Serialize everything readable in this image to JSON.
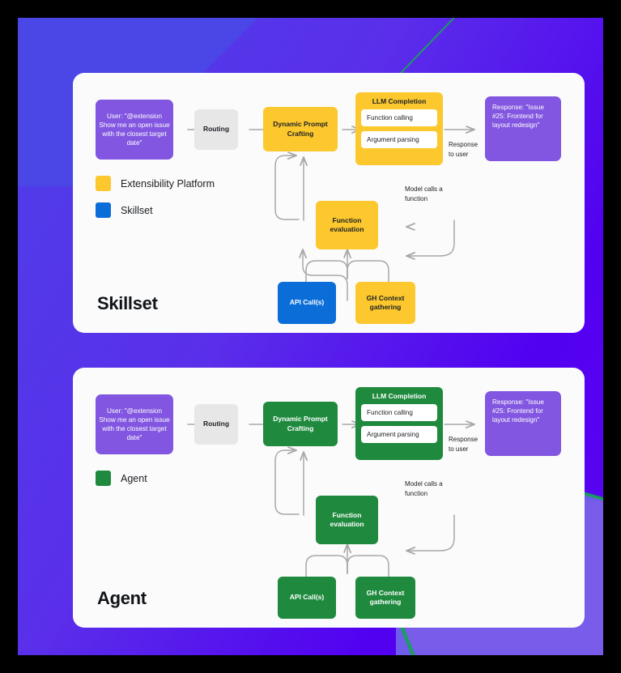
{
  "theme": {
    "background_outer": "#000000",
    "gradient_from": "#4d3fe8",
    "gradient_to": "#5806f2",
    "card_bg": "#fbfbfb",
    "purple_node": "#8256e0",
    "grey_node": "#e7e7e7",
    "yellow": "#fcc82e",
    "blue": "#0b6ed8",
    "green": "#1f8a3e",
    "arrow": "#a8a8a8",
    "accent_line": "#17a05c"
  },
  "panels": [
    {
      "id": "skillset",
      "title": "Skillset",
      "legend": [
        {
          "label": "Extensibility Platform",
          "color": "#fcc82e"
        },
        {
          "label": "Skillset",
          "color": "#0b6ed8"
        }
      ],
      "nodes": {
        "user": "User: \"@extension Show me an open issue with the closest target date\"",
        "routing": "Routing",
        "dynamic_prompt": "Dynamic Prompt Crafting",
        "llm_title": "LLM Completion",
        "llm_rows": [
          "Function calling",
          "Argument parsing"
        ],
        "response": "Response: \"Issue #25: Frontend for layout redesign\"",
        "function_evaluation": "Function evaluation",
        "api_calls": "API Call(s)",
        "gh_context": "GH Context gathering"
      },
      "edge_labels": {
        "response_to_user": "Response to user",
        "model_calls": "Model calls a function"
      }
    },
    {
      "id": "agent",
      "title": "Agent",
      "legend": [
        {
          "label": "Agent",
          "color": "#1f8a3e"
        }
      ],
      "nodes": {
        "user": "User: \"@extension Show me an open issue with the closest target date\"",
        "routing": "Routing",
        "dynamic_prompt": "Dynamic Prompt Crafting",
        "llm_title": "LLM Completion",
        "llm_rows": [
          "Function calling",
          "Argument parsing"
        ],
        "response": "Response: \"Issue #25: Frontend for layout redesign\"",
        "function_evaluation": "Function evaluation",
        "api_calls": "API Call(s)",
        "gh_context": "GH Context gathering"
      },
      "edge_labels": {
        "response_to_user": "Response to user",
        "model_calls": "Model calls a function"
      }
    }
  ]
}
